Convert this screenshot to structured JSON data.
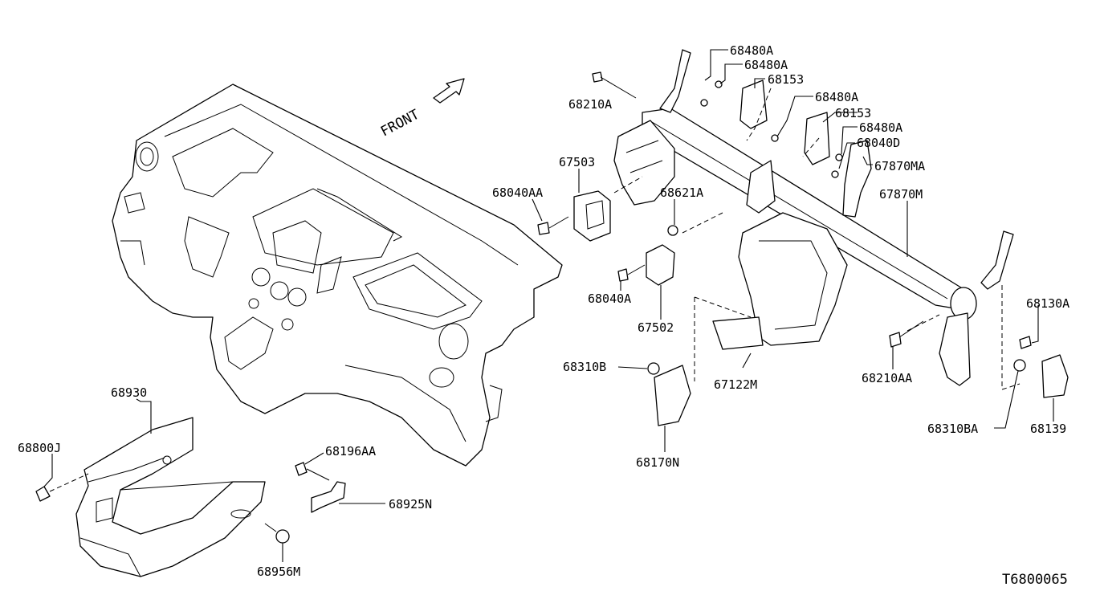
{
  "direction_label": "FRONT",
  "diagram_code": "T6800065",
  "labels": [
    {
      "id": "68480A-1",
      "text": "68480A"
    },
    {
      "id": "68480A-2",
      "text": "68480A"
    },
    {
      "id": "68153-1",
      "text": "68153"
    },
    {
      "id": "68210A",
      "text": "68210A"
    },
    {
      "id": "68480A-3",
      "text": "68480A"
    },
    {
      "id": "68153-2",
      "text": "68153"
    },
    {
      "id": "68480A-4",
      "text": "68480A"
    },
    {
      "id": "68040D",
      "text": "68040D"
    },
    {
      "id": "67870MA",
      "text": "67870MA"
    },
    {
      "id": "67503",
      "text": "67503"
    },
    {
      "id": "68040AA",
      "text": "68040AA"
    },
    {
      "id": "68621A",
      "text": "68621A"
    },
    {
      "id": "67870M",
      "text": "67870M"
    },
    {
      "id": "68040A",
      "text": "68040A"
    },
    {
      "id": "67502",
      "text": "67502"
    },
    {
      "id": "68130A",
      "text": "68130A"
    },
    {
      "id": "68310B",
      "text": "68310B"
    },
    {
      "id": "67122M",
      "text": "67122M"
    },
    {
      "id": "68210AA",
      "text": "68210AA"
    },
    {
      "id": "68930",
      "text": "68930"
    },
    {
      "id": "68310BA",
      "text": "68310BA"
    },
    {
      "id": "68139",
      "text": "68139"
    },
    {
      "id": "68800J",
      "text": "68800J"
    },
    {
      "id": "68196AA",
      "text": "68196AA"
    },
    {
      "id": "68170N",
      "text": "68170N"
    },
    {
      "id": "68925N",
      "text": "68925N"
    },
    {
      "id": "68956M",
      "text": "68956M"
    }
  ]
}
